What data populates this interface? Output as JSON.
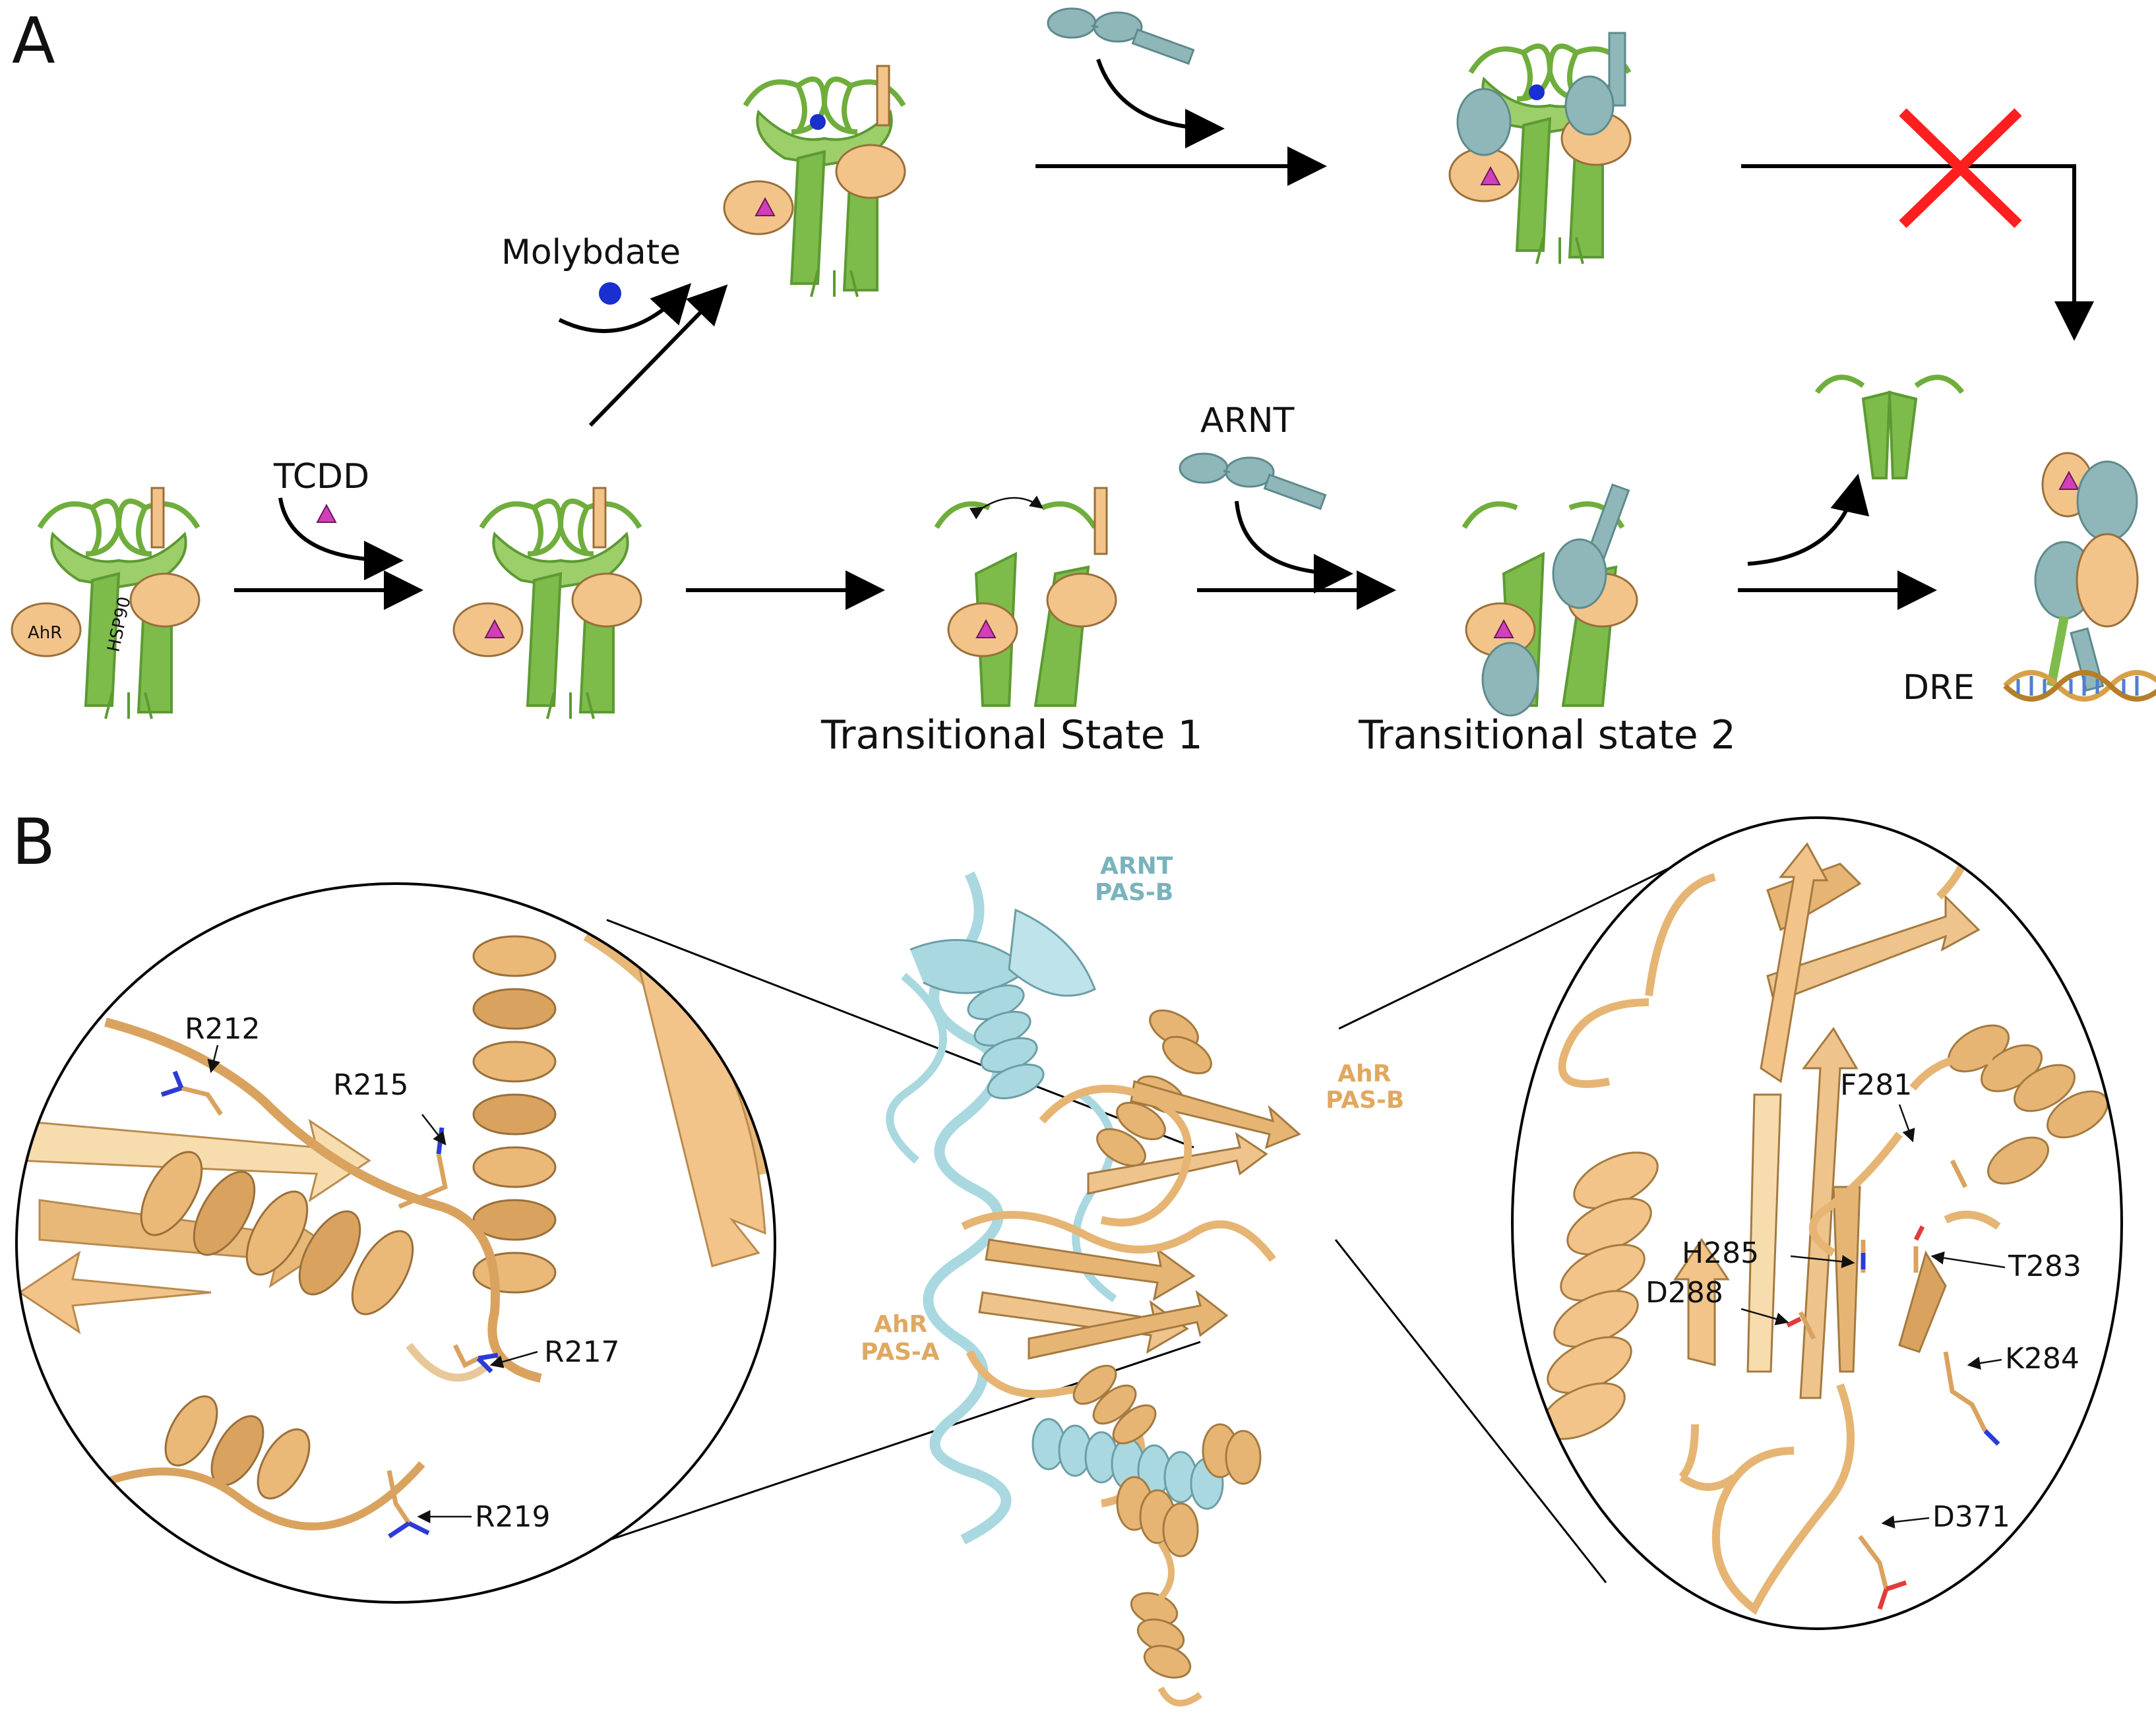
{
  "panels": {
    "a": "A",
    "b": "B"
  },
  "ligands": {
    "molybdate": "Molybdate",
    "tcdd": "TCDD",
    "arnt": "ARNT",
    "dre": "DRE"
  },
  "protein_labels": {
    "ahr": "AhR",
    "hsp90": "HSP90"
  },
  "states": {
    "ts1": "Transitional State 1",
    "ts2": "Transitional state 2"
  },
  "domains": {
    "arnt_pasb_1": "ARNT",
    "arnt_pasb_2": "PAS-B",
    "ahr_pasb_1": "AhR",
    "ahr_pasb_2": "PAS-B",
    "ahr_pasa_1": "AhR",
    "ahr_pasa_2": "PAS-A"
  },
  "residues_left": [
    "R212",
    "R215",
    "R217",
    "R219"
  ],
  "residues_right": [
    "F281",
    "H285",
    "T283",
    "D288",
    "K284",
    "D371"
  ],
  "colors": {
    "hsp90_green": "#7dbb4a",
    "ahr_orange": "#f2c48a",
    "arnt_teal": "#8fb7b9",
    "molybdate_blue": "#1a2fcf",
    "tcdd_magenta": "#d23fb8",
    "cross_red": "#ff1f1f",
    "ribbon_orange": "#e6b574",
    "ribbon_cyan": "#a9d8e0"
  }
}
